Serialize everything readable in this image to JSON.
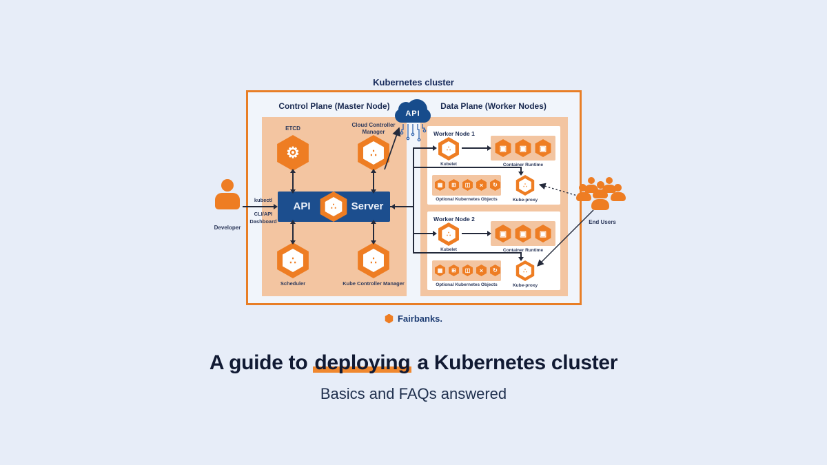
{
  "colors": {
    "background": "#E7EDF8",
    "accent_orange": "#EE7D23",
    "peach": "#F3C5A1",
    "navy_blue": "#1C4E8E",
    "text_navy": "#1B2B52",
    "line": "#23293A",
    "frame_background": "#F1F5FB",
    "highlight_underline": "#F0882F"
  },
  "diagram": {
    "title": "Kubernetes cluster",
    "control_plane": {
      "heading": "Control Plane (Master Node)",
      "labels": {
        "etcd": "ETCD",
        "ccm": "Cloud Controller Manager",
        "scheduler": "Scheduler",
        "kcm": "Kube Controller Manager"
      },
      "api_server": {
        "left": "API",
        "right": "Server"
      }
    },
    "cloud_api": {
      "label": "API"
    },
    "data_plane": {
      "heading": "Data Plane (Worker Nodes)",
      "workers": [
        {
          "title": "Worker Node 1",
          "kubelet": "Kubelet",
          "container_runtime": "Container Runtime",
          "optional_objects": "Optional Kubernetes Objects",
          "kube_proxy": "Kube-proxy"
        },
        {
          "title": "Worker Node 2",
          "kubelet": "Kubelet",
          "container_runtime": "Container Runtime",
          "optional_objects": "Optional Kubernetes Objects",
          "kube_proxy": "Kube-proxy"
        }
      ]
    },
    "actors": {
      "developer": "Developer",
      "end_users": "End Users"
    },
    "edge_labels": {
      "kubectl": "kubectl",
      "cli_api": "CLI/API",
      "dashboard": "Dashboard"
    }
  },
  "icons": {
    "etcd_glyph": "⚙",
    "dots_glyph": "∴",
    "cube_glyph": "▣",
    "optional_glyphs": [
      "▦",
      "⊞",
      "◫",
      "×",
      "↻"
    ]
  },
  "footer": {
    "brand": "Fairbanks."
  },
  "caption": {
    "title_prefix": "A guide to ",
    "title_highlight": "deploying",
    "title_suffix": " a Kubernetes cluster",
    "subtitle": "Basics and FAQs answered"
  }
}
